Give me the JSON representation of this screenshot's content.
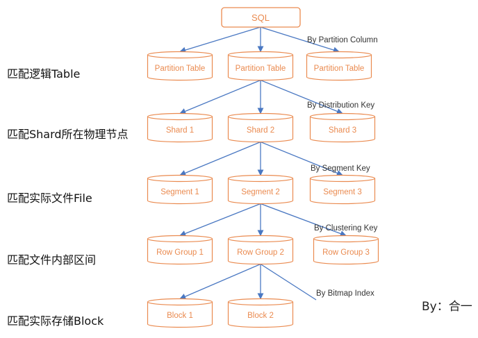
{
  "diagram": {
    "root": {
      "label": "SQL"
    },
    "levels": [
      {
        "stage_label": "匹配逻辑Table",
        "edge_label": "By Partition Column",
        "nodes": [
          "Partition Table",
          "Partition Table",
          "Partition Table"
        ]
      },
      {
        "stage_label": "匹配Shard所在物理节点",
        "edge_label": "By Distribution Key",
        "nodes": [
          "Shard 1",
          "Shard 2",
          "Shard 3"
        ]
      },
      {
        "stage_label": "匹配实际文件File",
        "edge_label": "By Segment Key",
        "nodes": [
          "Segment 1",
          "Segment 2",
          "Segment 3"
        ]
      },
      {
        "stage_label": "匹配文件内部区间",
        "edge_label": "By Clustering Key",
        "nodes": [
          "Row Group 1",
          "Row Group 2",
          "Row Group 3"
        ]
      },
      {
        "stage_label": "匹配实际存储Block",
        "edge_label": "By Bitmap Index",
        "nodes": [
          "Block 1",
          "Block 2"
        ]
      }
    ],
    "edges": [
      [
        "root",
        "L0N0"
      ],
      [
        "root",
        "L0N1"
      ],
      [
        "root",
        "L0N2"
      ],
      [
        "L0N1",
        "L1N0"
      ],
      [
        "L0N1",
        "L1N1"
      ],
      [
        "L0N1",
        "L1N2"
      ],
      [
        "L1N1",
        "L2N0"
      ],
      [
        "L1N1",
        "L2N1"
      ],
      [
        "L1N1",
        "L2N2"
      ],
      [
        "L2N1",
        "L3N0"
      ],
      [
        "L2N1",
        "L3N1"
      ],
      [
        "L2N1",
        "L3N2"
      ],
      [
        "L3N1",
        "L4N0"
      ],
      [
        "L3N1",
        "L4N1"
      ],
      [
        "L3N1",
        "L4N2"
      ]
    ]
  },
  "author": "By：合一",
  "colors": {
    "node_stroke": "#ea8a4f",
    "node_text": "#ea8a4f",
    "edge": "#4a78c2",
    "background": "#ffffff"
  }
}
